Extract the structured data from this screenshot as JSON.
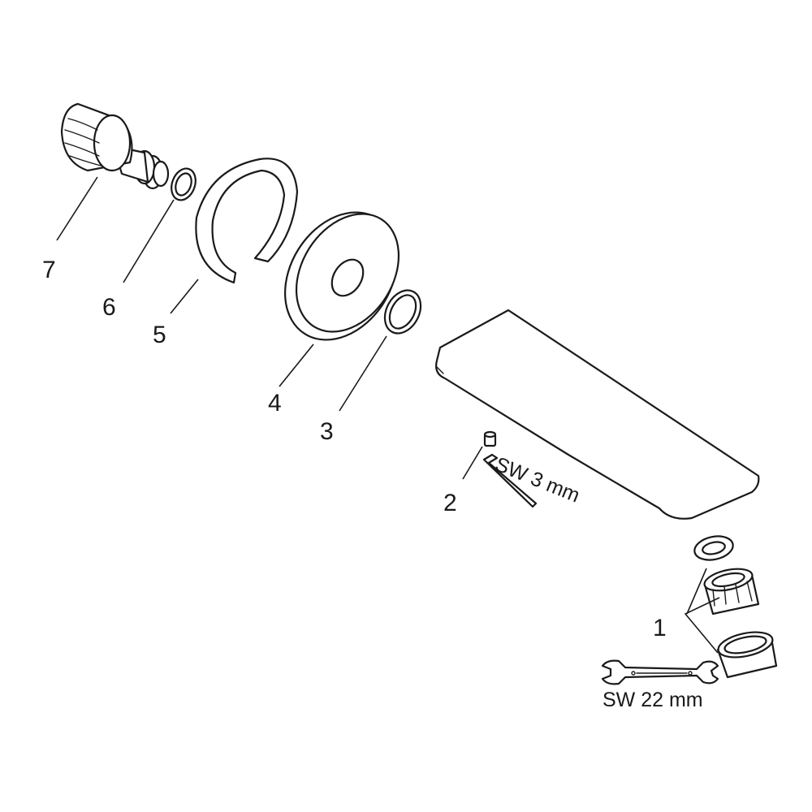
{
  "callouts": {
    "c1": "1",
    "c2": "2",
    "c3": "3",
    "c4": "4",
    "c5": "5",
    "c6": "6",
    "c7": "7"
  },
  "tools": {
    "hex_key": "SW 3 mm",
    "wrench": "SW 22 mm"
  }
}
